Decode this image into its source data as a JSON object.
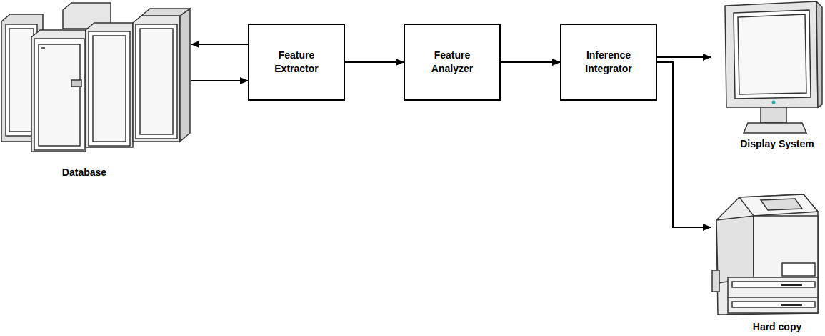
{
  "diagram": {
    "nodes": [
      {
        "text": [
          "Database"
        ]
      },
      {
        "text": [
          "Feature Extractor"
        ]
      },
      {
        "text": [
          "Feature Analyzer"
        ]
      },
      {
        "text": [
          "Inference Integrator"
        ]
      },
      {
        "text": [
          "Display System"
        ]
      },
      {
        "text": [
          "Hard copy"
        ]
      }
    ],
    "edges": [
      {
        "from": 1,
        "to": 0,
        "arrow": "to"
      },
      {
        "from": 0,
        "to": 1,
        "arrow": "to"
      },
      {
        "from": 1,
        "to": 2,
        "arrow": "to"
      },
      {
        "from": 2,
        "to": 3,
        "arrow": "to"
      },
      {
        "from": 3,
        "to": 4,
        "arrow": "to"
      },
      {
        "from": 3,
        "to": 5,
        "arrow": "to"
      }
    ]
  }
}
